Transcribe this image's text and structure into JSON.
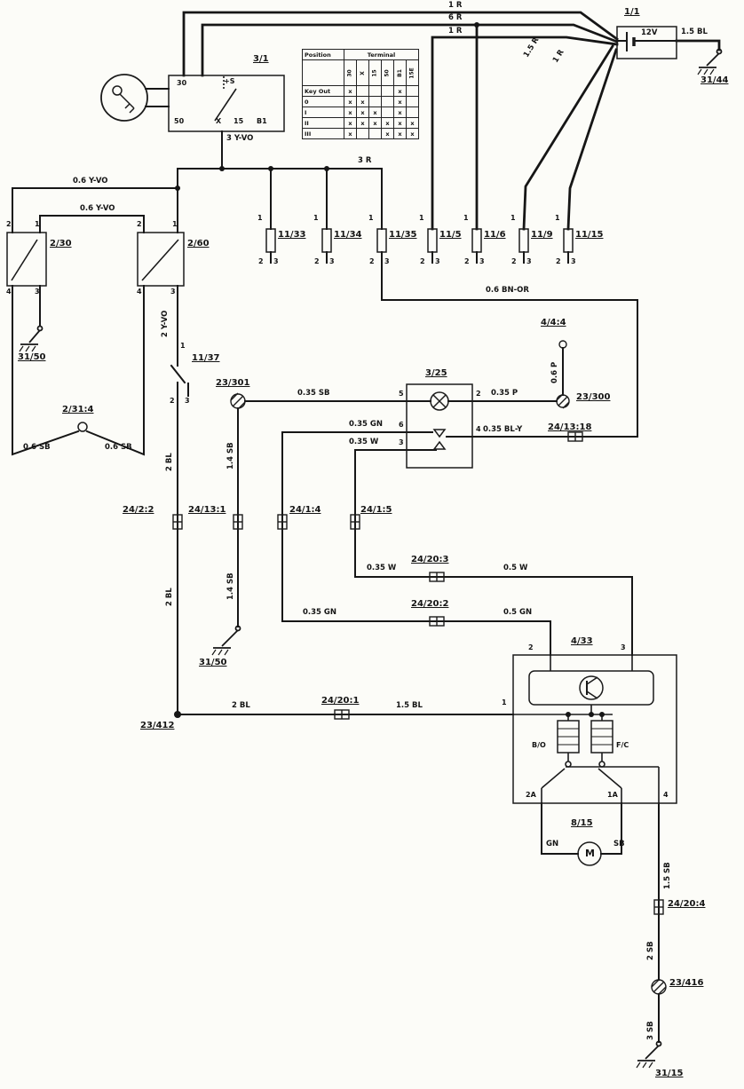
{
  "power": {
    "feed1": "1 R",
    "feed2": "6 R",
    "feed3": "1 R",
    "diag1": "1.5 R",
    "diag2": "1 R",
    "battery_ref": "1/1",
    "battery_value": "12V",
    "battery_out": "1.5 BL"
  },
  "grounds": {
    "battery": "31/44",
    "left": "31/50",
    "mid": "31/50",
    "bottom": "31/15"
  },
  "ignition": {
    "ref": "3/1",
    "plus_s": "+S",
    "pin_30": "30",
    "pin_50": "50",
    "pin_x": "X",
    "pin_15": "15",
    "pin_b1": "B1",
    "out_yvo": "3 Y-VO",
    "out_r": "3 R"
  },
  "table": {
    "position_header": "Position",
    "terminal_header": "Terminal",
    "columns": [
      "30",
      "X",
      "15",
      "50",
      "B1",
      "15E"
    ],
    "rows": [
      {
        "label": "Key Out",
        "marks": [
          "x",
          "",
          "",
          "",
          "x",
          ""
        ]
      },
      {
        "label": "0",
        "marks": [
          "x",
          "x",
          "",
          "",
          "x",
          ""
        ]
      },
      {
        "label": "I",
        "marks": [
          "x",
          "x",
          "x",
          "",
          "x",
          ""
        ]
      },
      {
        "label": "II",
        "marks": [
          "x",
          "x",
          "x",
          "x",
          "x",
          "x"
        ]
      },
      {
        "label": "III",
        "marks": [
          "x",
          "",
          "",
          "x",
          "x",
          "x"
        ]
      }
    ]
  },
  "relays": {
    "left_ref": "2/30",
    "right_ref": "2/60",
    "pin1": "1",
    "pin2": "2",
    "pin3": "3",
    "pin4": "4",
    "coil_feed_left": "0.6 Y-VO",
    "coil_feed_right": "0.6 Y-VO",
    "out_right": "2 Y-VO",
    "pedal_switch_ref": "2/31:4",
    "sb_left": "0.6 SB",
    "sb_right": "0.6 SB"
  },
  "fuses": {
    "refs": [
      "11/33",
      "11/34",
      "11/35",
      "11/5",
      "11/6",
      "11/9",
      "11/15"
    ],
    "pin_top": "1",
    "pin_left": "2",
    "pin_right": "3",
    "out_bnor": "0.6 BN-OR"
  },
  "stalk_switch": {
    "ref": "11/37",
    "pin1": "1",
    "pin2": "2",
    "pin3": "3"
  },
  "hazard_switch": {
    "ref": "3/25",
    "pin5": "5",
    "pin2": "2",
    "pin6": "6",
    "pin4": "4",
    "pin3": "3",
    "splice_left_ref": "23/301",
    "splice_right_ref": "23/300",
    "conn_top_ref": "4/4:4",
    "wire_sb": "0.35 SB",
    "wire_p": "0.35 P",
    "wire_p_up": "0.6 P",
    "wire_gn": "0.35 GN",
    "wire_bly": "0.35 BL-Y",
    "conn_bly_ref": "24/13:18",
    "wire_w": "0.35 W"
  },
  "connector_row": {
    "c1": "24/2:2",
    "c2": "24/13:1",
    "c3": "24/1:4",
    "c4": "24/1:5"
  },
  "runs": {
    "bl_upper": "2 BL",
    "bl_lower": "2 BL",
    "sb14_upper": "1.4 SB",
    "sb14_lower": "1.4 SB",
    "w_left": "0.35 W",
    "w_conn": "24/20:3",
    "w_right": "0.5 W",
    "gn_left": "0.35 GN",
    "gn_conn": "24/20:2",
    "gn_right": "0.5 GN",
    "splice_ref": "23/412",
    "bl_row_left": "2 BL",
    "bl_row_conn": "24/20:1",
    "bl_row_right": "1.5 BL"
  },
  "flasher": {
    "ref": "4/33",
    "pin2": "2",
    "pin3": "3",
    "pin1": "1",
    "pin2a": "2A",
    "pin1a": "1A",
    "pin4": "4",
    "coil_left": "B/O",
    "coil_right": "F/C"
  },
  "motor": {
    "ref": "8/15",
    "symbol": "M",
    "wire_left": "GN",
    "wire_right": "SB"
  },
  "tail": {
    "sb15": "1.5 SB",
    "conn": "24/20:4",
    "sb2": "2 SB",
    "splice_ref": "23/416",
    "sb3": "3 SB"
  }
}
